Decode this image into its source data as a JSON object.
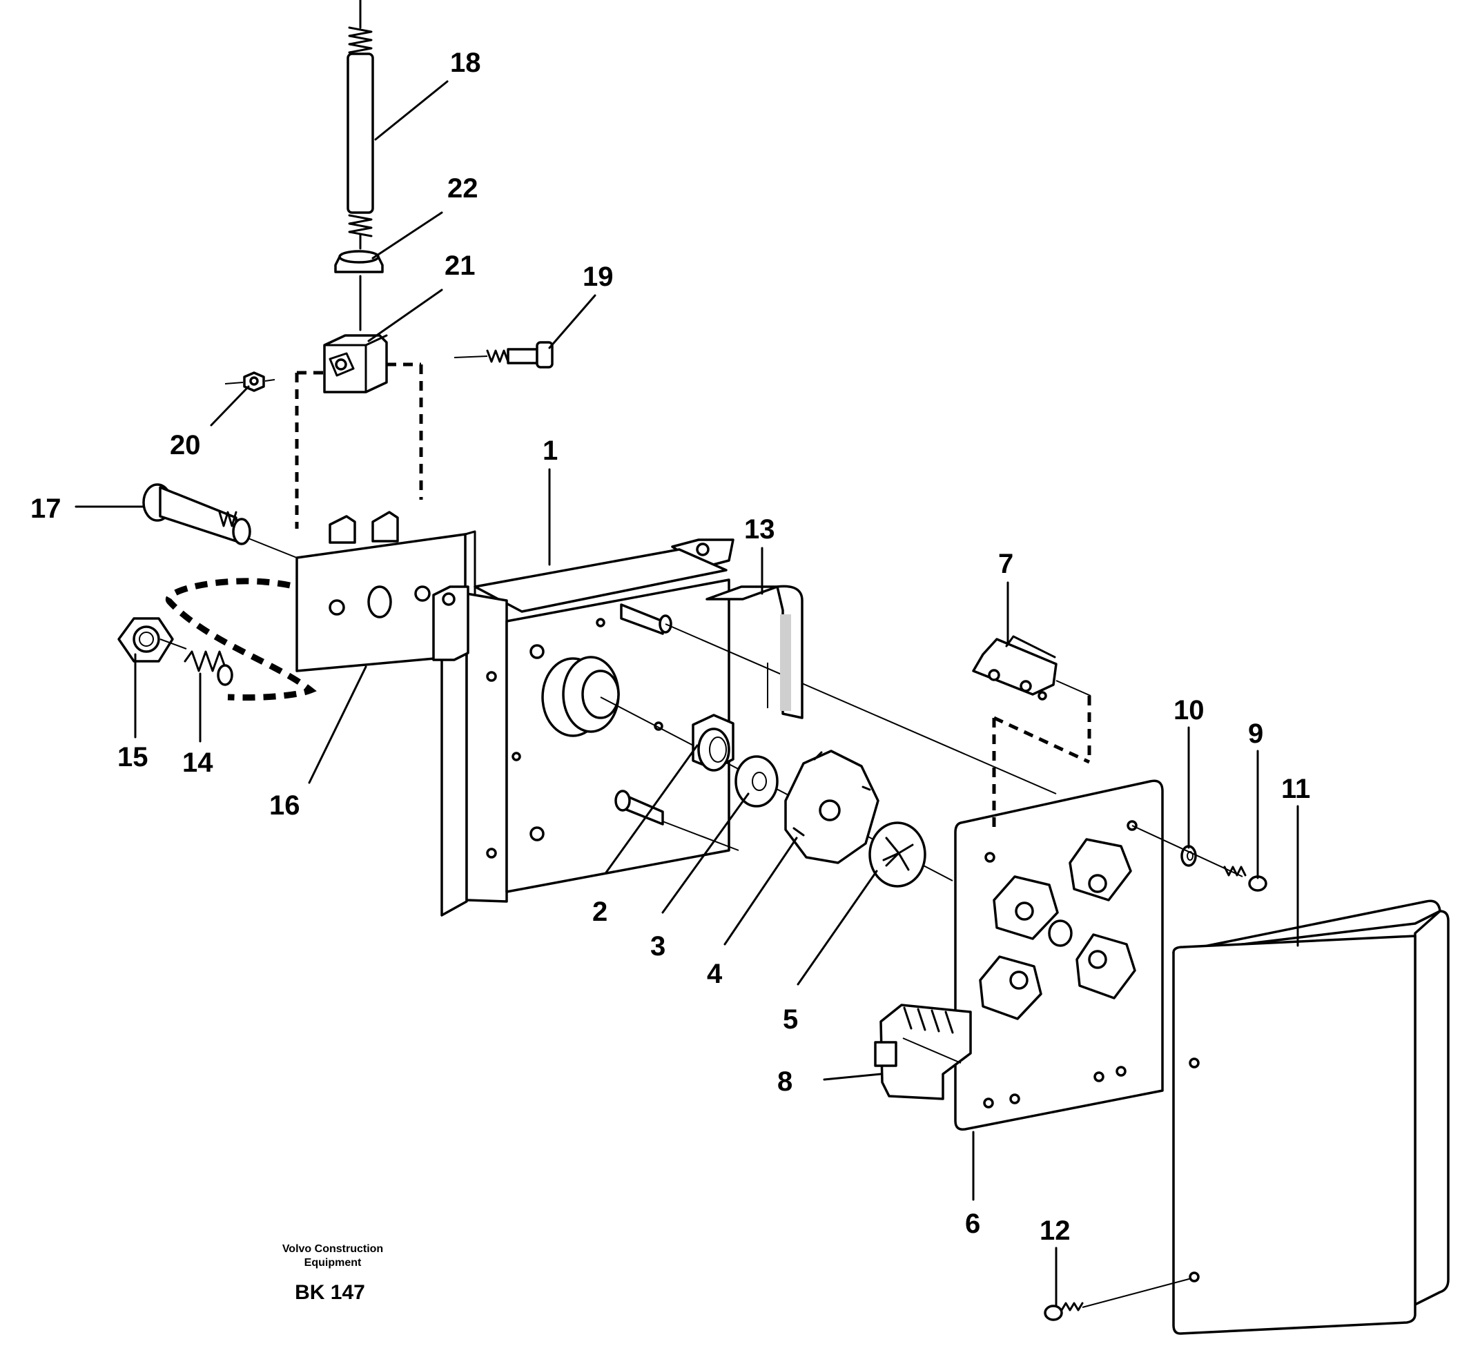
{
  "callouts": [
    {
      "id": "1",
      "text": "1"
    },
    {
      "id": "2",
      "text": "2"
    },
    {
      "id": "3",
      "text": "3"
    },
    {
      "id": "4",
      "text": "4"
    },
    {
      "id": "5",
      "text": "5"
    },
    {
      "id": "6",
      "text": "6"
    },
    {
      "id": "7",
      "text": "7"
    },
    {
      "id": "8",
      "text": "8"
    },
    {
      "id": "9",
      "text": "9"
    },
    {
      "id": "10",
      "text": "10"
    },
    {
      "id": "11",
      "text": "11"
    },
    {
      "id": "12",
      "text": "12"
    },
    {
      "id": "13",
      "text": "13"
    },
    {
      "id": "14",
      "text": "14"
    },
    {
      "id": "15",
      "text": "15"
    },
    {
      "id": "16",
      "text": "16"
    },
    {
      "id": "17",
      "text": "17"
    },
    {
      "id": "18",
      "text": "18"
    },
    {
      "id": "19",
      "text": "19"
    },
    {
      "id": "20",
      "text": "20"
    },
    {
      "id": "21",
      "text": "21"
    },
    {
      "id": "22",
      "text": "22"
    }
  ],
  "caption": {
    "line1": "Volvo Construction",
    "line2": "Equipment",
    "code": "BK 147"
  }
}
